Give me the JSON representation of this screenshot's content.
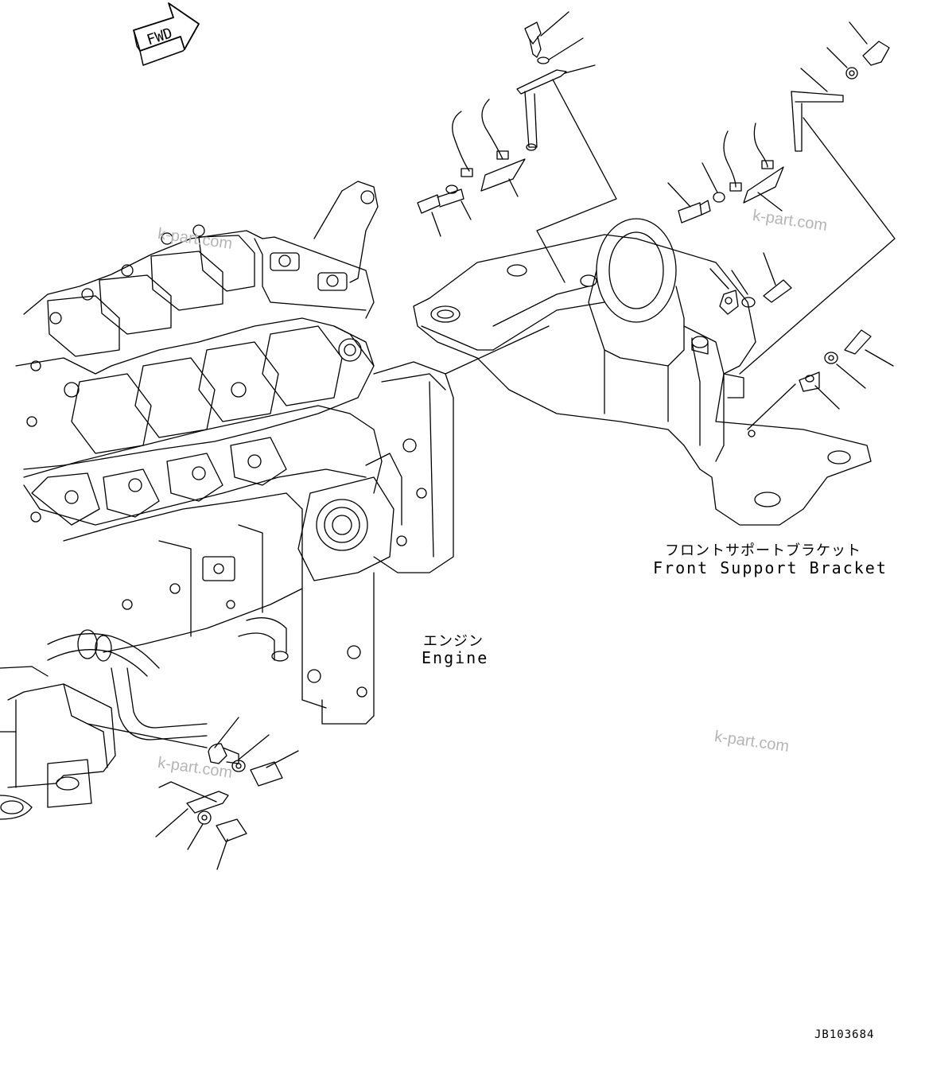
{
  "fwd_arrow": {
    "label": "FWD"
  },
  "labels": {
    "bracket_jp": "フロントサポートブラケット",
    "bracket_en": "Front Support Bracket",
    "engine_jp": "エンジン",
    "engine_en": "Engine"
  },
  "drawing_number": "JB103684",
  "watermarks": [
    "k-part.com",
    "k-part.com",
    "k-part.com",
    "k-part.com"
  ],
  "colors": {
    "line": "#000000",
    "watermark": "#b5b5b5",
    "background": "#ffffff"
  }
}
